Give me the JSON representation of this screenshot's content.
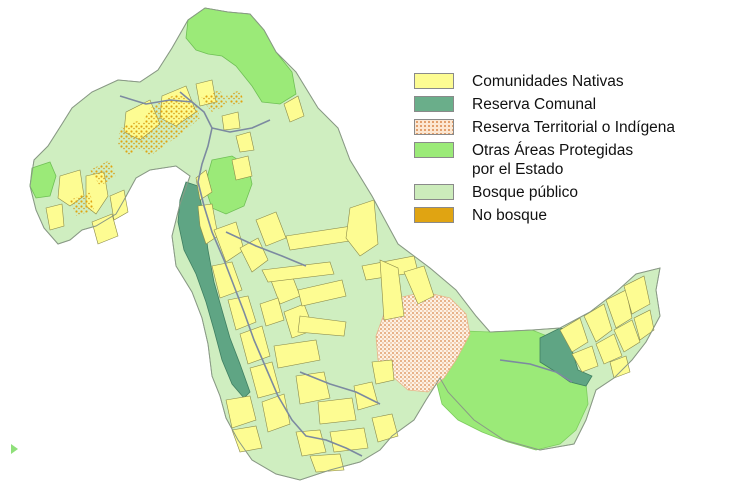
{
  "legend": {
    "items": [
      {
        "key": "comunidades_nativas",
        "label": "Comunidades Nativas",
        "color": "#fdfc92",
        "pattern": "none"
      },
      {
        "key": "reserva_comunal",
        "label": "Reserva Comunal",
        "color": "#6aae8a",
        "pattern": "none"
      },
      {
        "key": "reserva_territorial",
        "label": "Reserva Territorial o Indígena",
        "color": "#fce7d2",
        "pattern": "dots"
      },
      {
        "key": "otras_areas",
        "label": "Otras Áreas Protegidas\npor el Estado",
        "color": "#9bea78",
        "pattern": "none"
      },
      {
        "key": "bosque_publico",
        "label": "Bosque público",
        "color": "#ccecbb",
        "pattern": "none"
      },
      {
        "key": "no_bosque",
        "label": "No bosque",
        "color": "#e0a412",
        "pattern": "none"
      }
    ]
  },
  "map_colors": {
    "bosque_publico": "#cfeec0",
    "comunidades_nativas": "#fdfc92",
    "reserva_comunal": "#5fa584",
    "reserva_territorial": "#e8b58a",
    "otras_areas": "#9bea78",
    "no_bosque": "#e0a412",
    "river": "#7c8aa0",
    "boundary": "#8a9a86"
  },
  "icons": {
    "corner_marker": "triangle-right-icon"
  }
}
